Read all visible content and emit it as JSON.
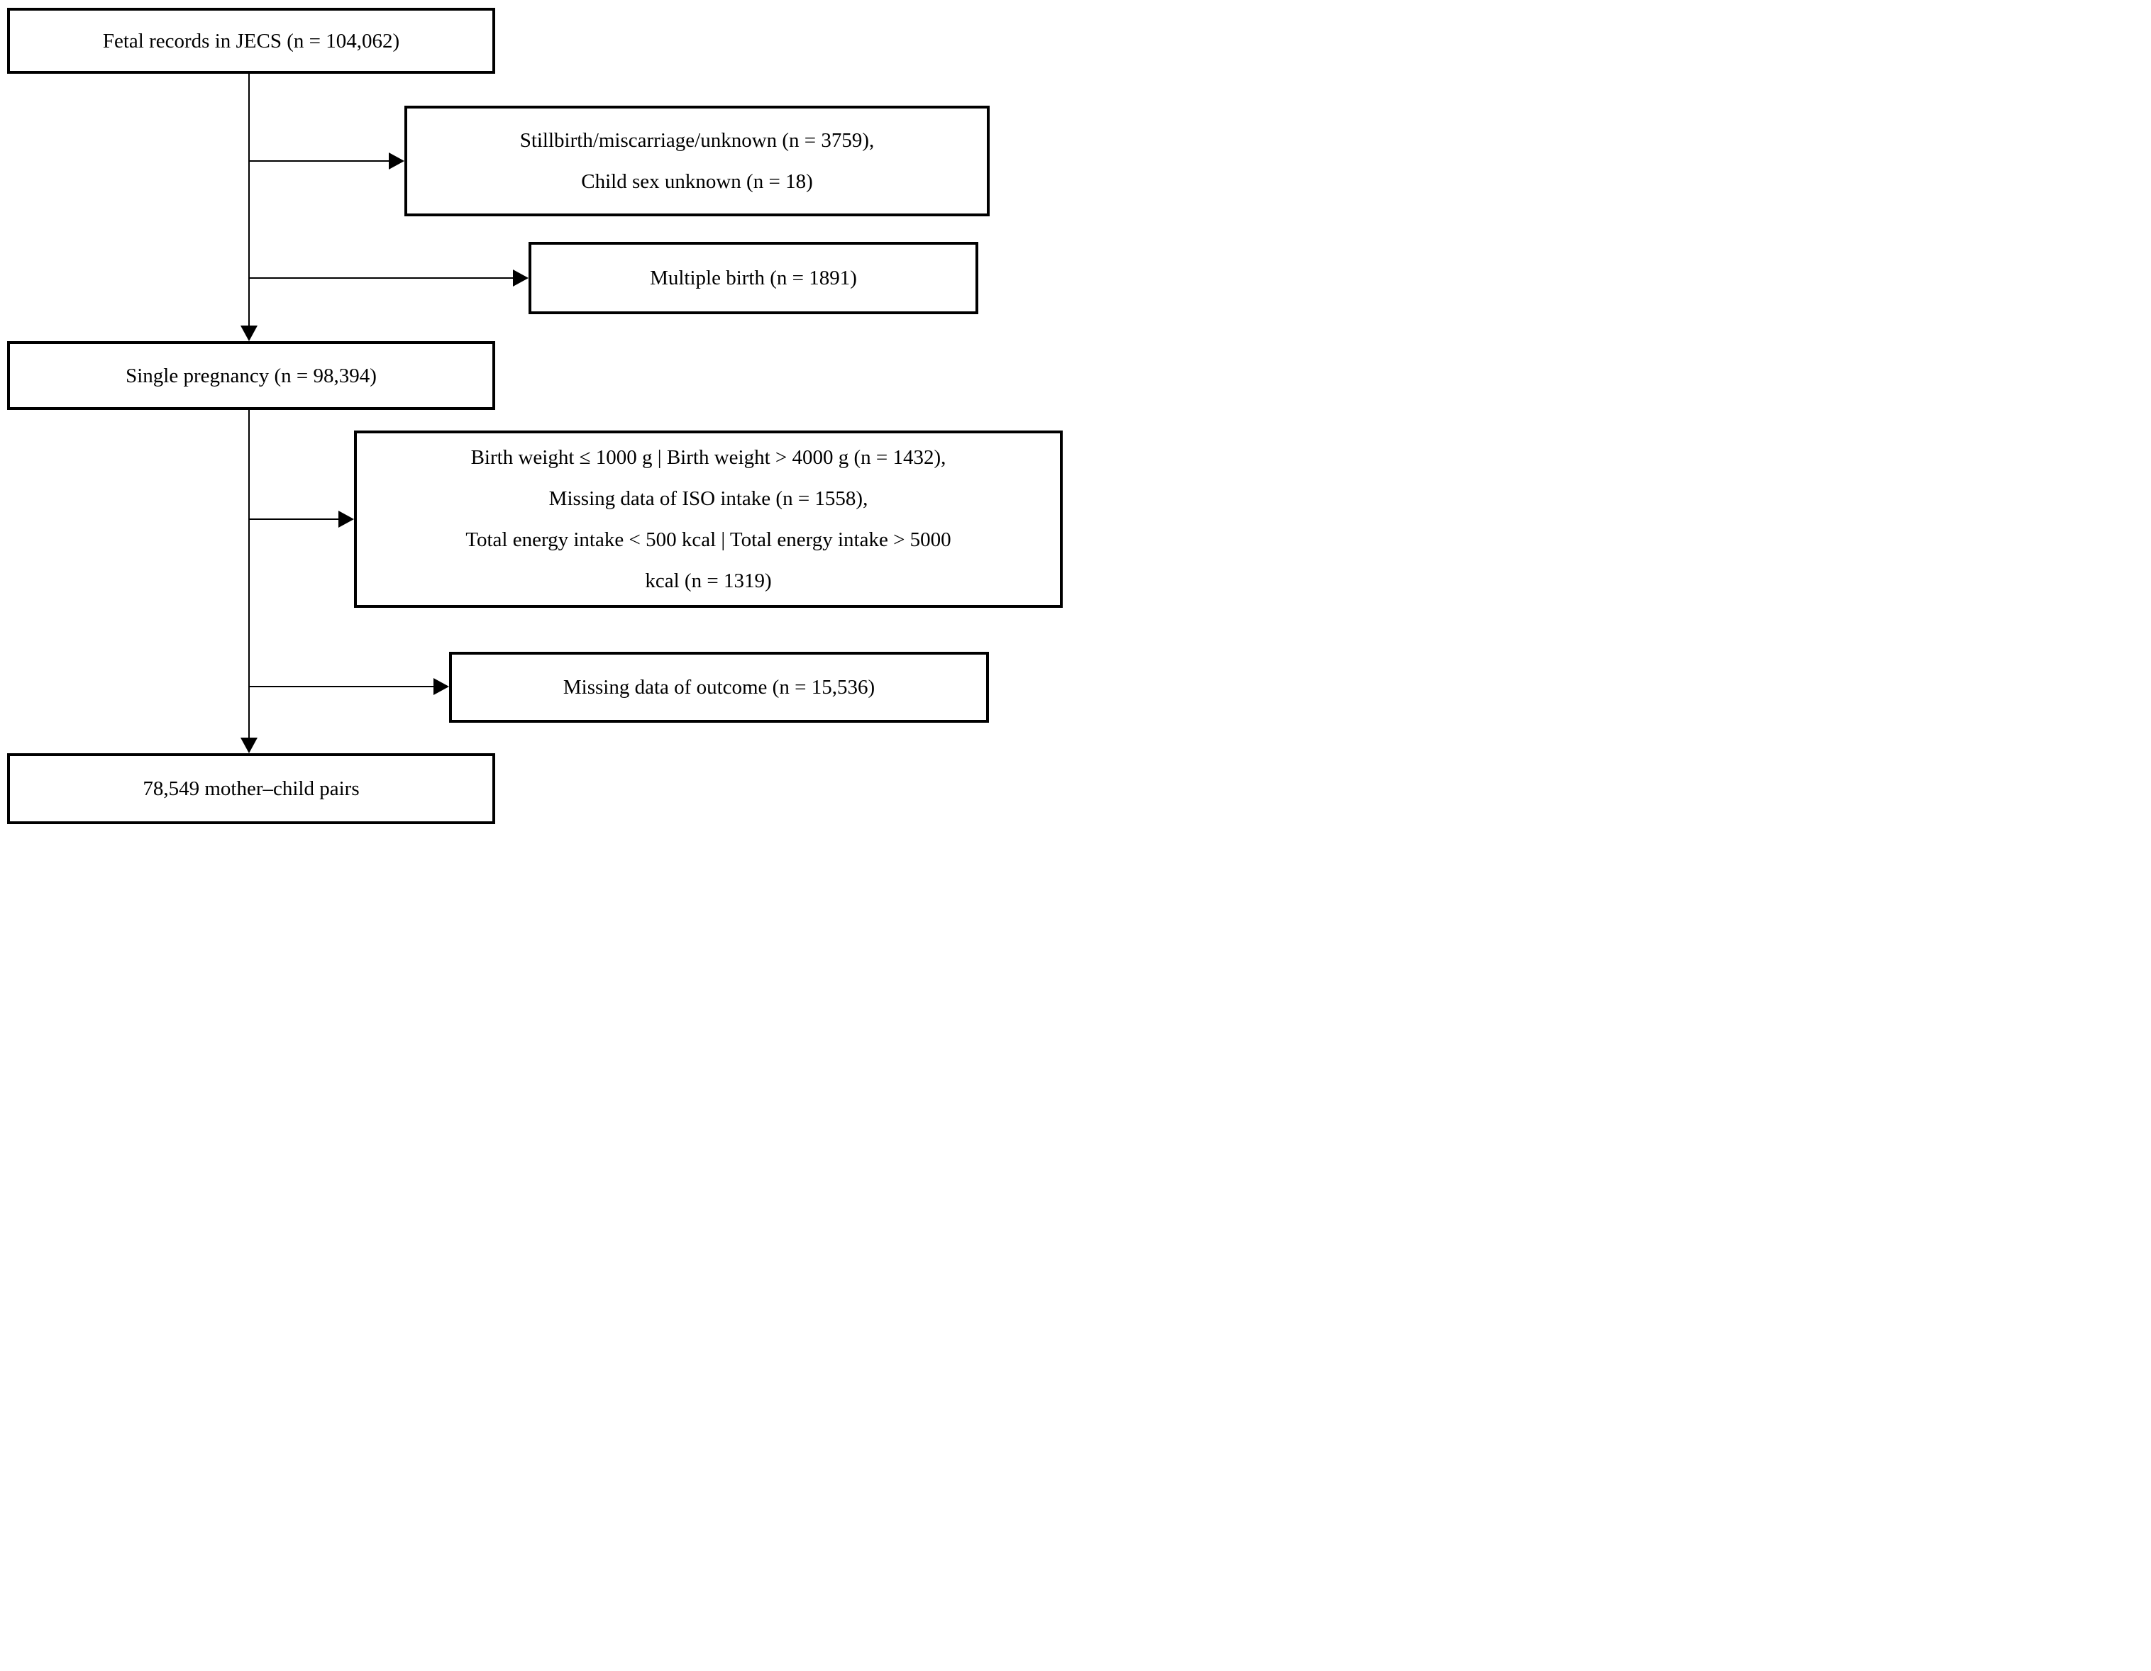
{
  "colors": {
    "border": "#000000",
    "text": "#000000",
    "background": "#ffffff"
  },
  "boxes": {
    "fetal_records": {
      "lines": [
        "Fetal records in JECS (n = 104,062)"
      ]
    },
    "stillbirth_exclusion": {
      "lines": [
        "Stillbirth/miscarriage/unknown (n = 3759),",
        "Child sex unknown (n = 18)"
      ]
    },
    "multiple_birth_exclusion": {
      "lines": [
        "Multiple birth (n = 1891)"
      ]
    },
    "single_pregnancy": {
      "lines": [
        "Single pregnancy (n = 98,394)"
      ]
    },
    "weight_intake_exclusion": {
      "lines": [
        "Birth weight ≤ 1000 g | Birth weight > 4000 g (n = 1432),",
        "Missing data of ISO intake (n = 1558),",
        "Total energy intake < 500 kcal | Total energy intake > 5000",
        "kcal (n = 1319)"
      ]
    },
    "missing_outcome_exclusion": {
      "lines": [
        "Missing data of outcome (n = 15,536)"
      ]
    },
    "final_sample": {
      "lines": [
        "78,549 mother–child pairs"
      ]
    }
  }
}
